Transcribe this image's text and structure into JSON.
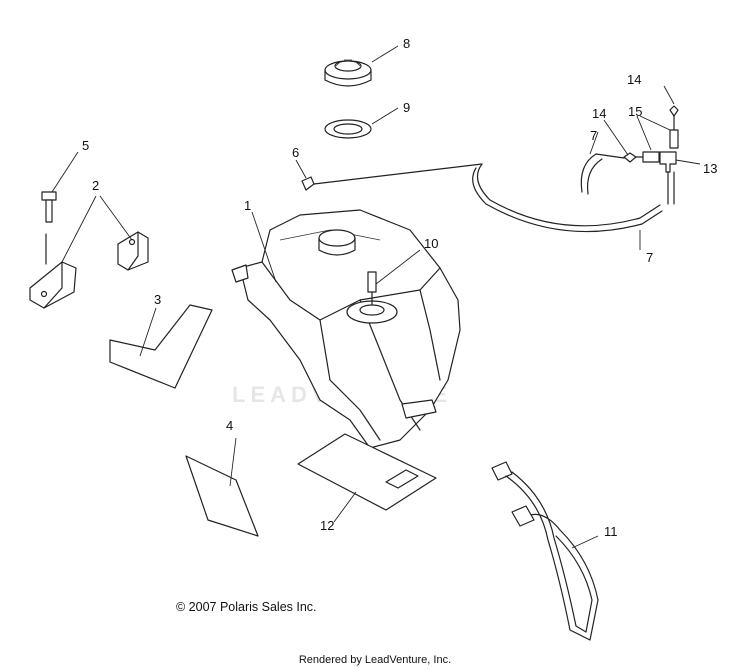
{
  "watermark": "LEADVENTURE",
  "copyright": "© 2007 Polaris Sales Inc.",
  "footer": "Rendered by LeadVenture, Inc.",
  "callouts": {
    "c1": "1",
    "c2": "2",
    "c3": "3",
    "c4": "4",
    "c5": "5",
    "c6": "6",
    "c7a": "7",
    "c7b": "7",
    "c8": "8",
    "c9": "9",
    "c10": "10",
    "c11": "11",
    "c12": "12",
    "c13": "13",
    "c14a": "14",
    "c14b": "14",
    "c15": "15"
  },
  "colors": {
    "line": "#222222",
    "watermark": "#e6e6e6",
    "background": "#ffffff"
  }
}
